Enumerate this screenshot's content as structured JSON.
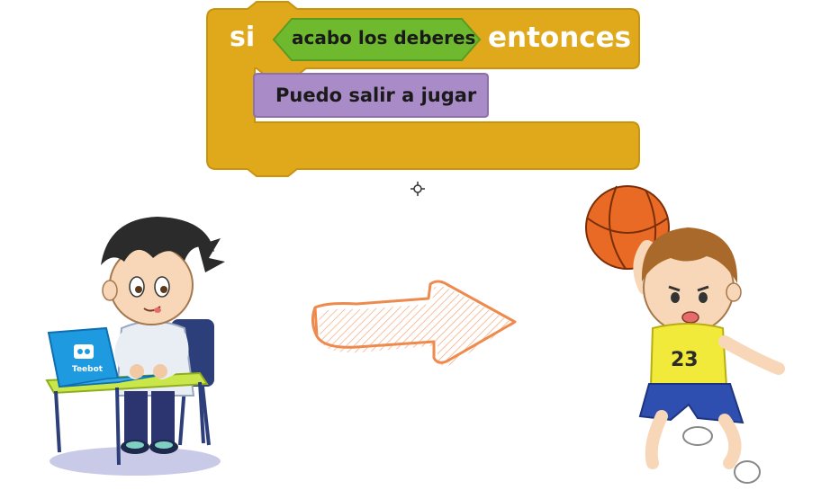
{
  "block": {
    "keyword_if": "si",
    "condition": "acabo los deberes",
    "keyword_then": "entonces",
    "action": "Puedo salir a jugar"
  },
  "illustrations": {
    "computer_brand": "Teebot",
    "jersey_number": "23"
  },
  "colors": {
    "if_block": "#e0a91c",
    "condition": "#6fb92f",
    "action": "#a98bc7",
    "arrow": "#ef8a4e"
  }
}
